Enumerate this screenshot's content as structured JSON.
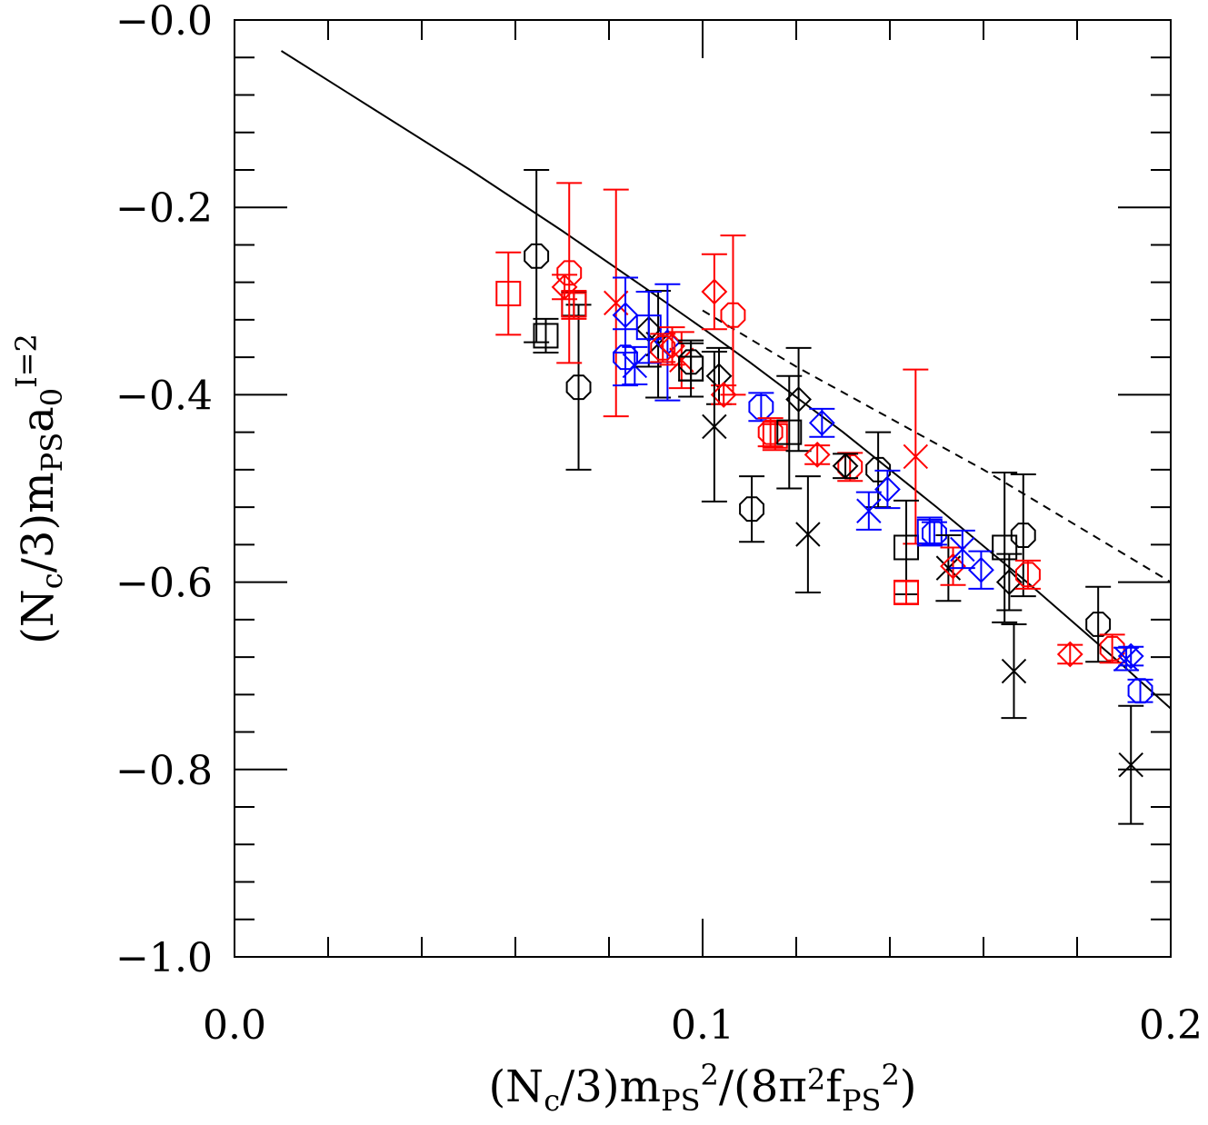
{
  "chart_data": {
    "type": "scatter",
    "title": "",
    "xlabel": {
      "parts": [
        {
          "text": "(N",
          "style": "normal"
        },
        {
          "text": "c",
          "style": "sub"
        },
        {
          "text": "/3)m",
          "style": "normal"
        },
        {
          "text": "PS",
          "style": "sub"
        },
        {
          "text": "2",
          "style": "supsub"
        },
        {
          "text": "/(8π",
          "style": "normal"
        },
        {
          "text": "2",
          "style": "sup"
        },
        {
          "text": "f",
          "style": "normal"
        },
        {
          "text": "PS",
          "style": "sub"
        },
        {
          "text": "2",
          "style": "supsub"
        },
        {
          "text": ")",
          "style": "normal"
        }
      ]
    },
    "ylabel": {
      "parts": [
        {
          "text": "(N",
          "style": "normal"
        },
        {
          "text": "c",
          "style": "sub"
        },
        {
          "text": "/3)m",
          "style": "normal"
        },
        {
          "text": "PS",
          "style": "sub"
        },
        {
          "text": "a",
          "style": "normal"
        },
        {
          "text": "0",
          "style": "sub"
        },
        {
          "text": "I=2",
          "style": "supsub"
        }
      ]
    },
    "xlim": [
      0.0,
      0.2
    ],
    "ylim": [
      -1.0,
      0.0
    ],
    "x_tick_labels": [
      {
        "value": 0.0,
        "label": "0.0"
      },
      {
        "value": 0.1,
        "label": "0.1"
      },
      {
        "value": 0.2,
        "label": "0.2"
      }
    ],
    "y_tick_labels": [
      {
        "value": 0.0,
        "label": "−0.0"
      },
      {
        "value": -0.2,
        "label": "−0.2"
      },
      {
        "value": -0.4,
        "label": "−0.4"
      },
      {
        "value": -0.6,
        "label": "−0.6"
      },
      {
        "value": -0.8,
        "label": "−0.8"
      },
      {
        "value": -1.0,
        "label": "−1.0"
      }
    ],
    "x_minor_step": 0.02,
    "y_minor_step": 0.04,
    "grid": false,
    "legend": "none",
    "colors": {
      "black": "#000000",
      "red": "#ff0000",
      "blue": "#0000ff"
    },
    "curves": [
      {
        "style": "solid",
        "x": [
          0.01,
          0.03,
          0.05,
          0.07,
          0.09,
          0.1,
          0.11,
          0.13,
          0.15,
          0.17,
          0.19,
          0.2
        ],
        "y": [
          -0.033,
          -0.096,
          -0.159,
          -0.225,
          -0.294,
          -0.329,
          -0.365,
          -0.44,
          -0.52,
          -0.603,
          -0.69,
          -0.735
        ]
      },
      {
        "style": "dashed",
        "x": [
          0.1,
          0.12,
          0.14,
          0.16,
          0.18,
          0.2
        ],
        "y": [
          -0.31,
          -0.37,
          -0.425,
          -0.48,
          -0.54,
          -0.6
        ]
      }
    ],
    "points": [
      {
        "x": 0.0645,
        "y": -0.252,
        "err": 0.092,
        "marker": "octagon",
        "color": "black"
      },
      {
        "x": 0.0665,
        "y": -0.337,
        "err": 0.018,
        "marker": "square",
        "color": "black"
      },
      {
        "x": 0.0735,
        "y": -0.392,
        "err": 0.088,
        "marker": "octagon",
        "color": "black"
      },
      {
        "x": 0.0725,
        "y": -0.303,
        "err": 0.013,
        "marker": "square",
        "color": "black"
      },
      {
        "x": 0.0585,
        "y": -0.292,
        "err": 0.044,
        "marker": "square",
        "color": "red"
      },
      {
        "x": 0.0715,
        "y": -0.27,
        "err": 0.096,
        "marker": "octagon",
        "color": "red"
      },
      {
        "x": 0.0705,
        "y": -0.285,
        "err": 0.013,
        "marker": "diamond",
        "color": "red"
      },
      {
        "x": 0.0725,
        "y": -0.304,
        "err": 0.015,
        "marker": "square",
        "color": "red"
      },
      {
        "x": 0.0815,
        "y": -0.302,
        "err": 0.121,
        "marker": "cross",
        "color": "red"
      },
      {
        "x": 0.0835,
        "y": -0.315,
        "err": 0.04,
        "marker": "diamond",
        "color": "blue"
      },
      {
        "x": 0.0835,
        "y": -0.36,
        "err": 0.03,
        "marker": "octagon",
        "color": "blue"
      },
      {
        "x": 0.0855,
        "y": -0.369,
        "err": 0.02,
        "marker": "cross",
        "color": "blue"
      },
      {
        "x": 0.0885,
        "y": -0.33,
        "err": 0.04,
        "marker": "diamond",
        "color": "black"
      },
      {
        "x": 0.0905,
        "y": -0.346,
        "err": 0.057,
        "marker": "cross",
        "color": "black"
      },
      {
        "x": 0.0885,
        "y": -0.328,
        "err": 0.038,
        "marker": "square",
        "color": "blue"
      },
      {
        "x": 0.0925,
        "y": -0.344,
        "err": 0.062,
        "marker": "diamond",
        "color": "blue"
      },
      {
        "x": 0.0935,
        "y": -0.348,
        "err": 0.02,
        "marker": "diamond",
        "color": "red"
      },
      {
        "x": 0.0955,
        "y": -0.363,
        "err": 0.03,
        "marker": "cross",
        "color": "red"
      },
      {
        "x": 0.0975,
        "y": -0.372,
        "err": 0.03,
        "marker": "square",
        "color": "black"
      },
      {
        "x": 0.0975,
        "y": -0.365,
        "err": 0.02,
        "marker": "octagon",
        "color": "black"
      },
      {
        "x": 0.0915,
        "y": -0.35,
        "err": 0.015,
        "marker": "octagon",
        "color": "red"
      },
      {
        "x": 0.1025,
        "y": -0.29,
        "err": 0.04,
        "marker": "diamond",
        "color": "red"
      },
      {
        "x": 0.1065,
        "y": -0.315,
        "err": 0.085,
        "marker": "octagon",
        "color": "red"
      },
      {
        "x": 0.1035,
        "y": -0.38,
        "err": 0.03,
        "marker": "diamond",
        "color": "black"
      },
      {
        "x": 0.1045,
        "y": -0.4,
        "err": 0.01,
        "marker": "diamond",
        "color": "red"
      },
      {
        "x": 0.1025,
        "y": -0.434,
        "err": 0.08,
        "marker": "cross",
        "color": "black"
      },
      {
        "x": 0.1105,
        "y": -0.522,
        "err": 0.035,
        "marker": "octagon",
        "color": "black"
      },
      {
        "x": 0.1125,
        "y": -0.413,
        "err": 0.015,
        "marker": "octagon",
        "color": "blue"
      },
      {
        "x": 0.1145,
        "y": -0.44,
        "err": 0.015,
        "marker": "octagon",
        "color": "red"
      },
      {
        "x": 0.1155,
        "y": -0.444,
        "err": 0.015,
        "marker": "square",
        "color": "red"
      },
      {
        "x": 0.1185,
        "y": -0.44,
        "err": 0.06,
        "marker": "square",
        "color": "black"
      },
      {
        "x": 0.1205,
        "y": -0.405,
        "err": 0.055,
        "marker": "diamond",
        "color": "black"
      },
      {
        "x": 0.1225,
        "y": -0.549,
        "err": 0.062,
        "marker": "cross",
        "color": "black"
      },
      {
        "x": 0.1245,
        "y": -0.464,
        "err": 0.01,
        "marker": "diamond",
        "color": "red"
      },
      {
        "x": 0.1255,
        "y": -0.43,
        "err": 0.015,
        "marker": "diamond",
        "color": "blue"
      },
      {
        "x": 0.1315,
        "y": -0.477,
        "err": 0.015,
        "marker": "octagon",
        "color": "red"
      },
      {
        "x": 0.1305,
        "y": -0.476,
        "err": 0.013,
        "marker": "diamond",
        "color": "black"
      },
      {
        "x": 0.1375,
        "y": -0.48,
        "err": 0.04,
        "marker": "octagon",
        "color": "black"
      },
      {
        "x": 0.1355,
        "y": -0.524,
        "err": 0.02,
        "marker": "cross",
        "color": "blue"
      },
      {
        "x": 0.1395,
        "y": -0.501,
        "err": 0.02,
        "marker": "diamond",
        "color": "blue"
      },
      {
        "x": 0.1455,
        "y": -0.466,
        "err": 0.093,
        "marker": "cross",
        "color": "red"
      },
      {
        "x": 0.1435,
        "y": -0.563,
        "err": 0.05,
        "marker": "square",
        "color": "black"
      },
      {
        "x": 0.1435,
        "y": -0.611,
        "err": 0.012,
        "marker": "square",
        "color": "red"
      },
      {
        "x": 0.1485,
        "y": -0.546,
        "err": 0.015,
        "marker": "square",
        "color": "blue"
      },
      {
        "x": 0.1495,
        "y": -0.548,
        "err": 0.012,
        "marker": "octagon",
        "color": "blue"
      },
      {
        "x": 0.1525,
        "y": -0.585,
        "err": 0.035,
        "marker": "cross",
        "color": "black"
      },
      {
        "x": 0.1535,
        "y": -0.583,
        "err": 0.02,
        "marker": "diamond",
        "color": "red"
      },
      {
        "x": 0.1555,
        "y": -0.565,
        "err": 0.02,
        "marker": "cross",
        "color": "blue"
      },
      {
        "x": 0.1595,
        "y": -0.587,
        "err": 0.02,
        "marker": "diamond",
        "color": "blue"
      },
      {
        "x": 0.1645,
        "y": -0.563,
        "err": 0.08,
        "marker": "square",
        "color": "black"
      },
      {
        "x": 0.1655,
        "y": -0.6,
        "err": 0.03,
        "marker": "diamond",
        "color": "black"
      },
      {
        "x": 0.1665,
        "y": -0.695,
        "err": 0.05,
        "marker": "cross",
        "color": "black"
      },
      {
        "x": 0.1685,
        "y": -0.55,
        "err": 0.065,
        "marker": "octagon",
        "color": "black"
      },
      {
        "x": 0.1695,
        "y": -0.592,
        "err": 0.015,
        "marker": "octagon",
        "color": "red"
      },
      {
        "x": 0.1785,
        "y": -0.677,
        "err": 0.01,
        "marker": "diamond",
        "color": "red"
      },
      {
        "x": 0.1845,
        "y": -0.645,
        "err": 0.04,
        "marker": "octagon",
        "color": "black"
      },
      {
        "x": 0.1875,
        "y": -0.671,
        "err": 0.015,
        "marker": "octagon",
        "color": "red"
      },
      {
        "x": 0.1905,
        "y": -0.682,
        "err": 0.012,
        "marker": "cross",
        "color": "blue"
      },
      {
        "x": 0.1915,
        "y": -0.679,
        "err": 0.01,
        "marker": "diamond",
        "color": "blue"
      },
      {
        "x": 0.1935,
        "y": -0.716,
        "err": 0.012,
        "marker": "octagon",
        "color": "blue"
      },
      {
        "x": 0.1915,
        "y": -0.795,
        "err": 0.063,
        "marker": "cross",
        "color": "black"
      }
    ]
  }
}
